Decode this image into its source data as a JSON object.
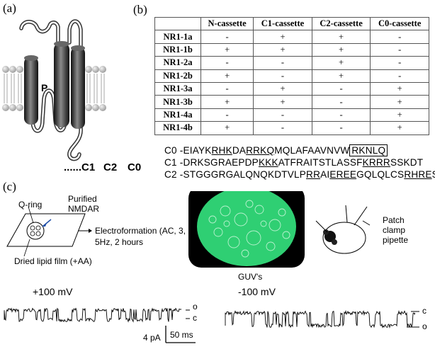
{
  "panel_labels": {
    "a": "(a)",
    "b": "(b)",
    "c": "(c)"
  },
  "panel_a": {
    "pore_label": "P",
    "cterm_labels": [
      "......C1",
      "C2",
      "C0"
    ]
  },
  "table": {
    "headers": [
      "",
      "N-cassette",
      "C1-cassette",
      "C2-cassette",
      "C0-cassette"
    ],
    "rows": [
      {
        "name": "NR1-1a",
        "cells": [
          "-",
          "+",
          "+",
          "-"
        ]
      },
      {
        "name": "NR1-1b",
        "cells": [
          "+",
          "+",
          "+",
          "-"
        ]
      },
      {
        "name": "NR1-2a",
        "cells": [
          "-",
          "-",
          "+",
          "-"
        ]
      },
      {
        "name": "NR1-2b",
        "cells": [
          "+",
          "-",
          "+",
          "-"
        ]
      },
      {
        "name": "NR1-3a",
        "cells": [
          "-",
          "+",
          "-",
          "+"
        ]
      },
      {
        "name": "NR1-3b",
        "cells": [
          "+",
          "+",
          "-",
          "+"
        ]
      },
      {
        "name": "NR1-4a",
        "cells": [
          "-",
          "-",
          "-",
          "+"
        ]
      },
      {
        "name": "NR1-4b",
        "cells": [
          "+",
          "-",
          "-",
          "+"
        ]
      }
    ]
  },
  "sequences": {
    "c0": {
      "prefix": "C0 -EIAYK",
      "u1": "RHK",
      "t1": "DA",
      "u2": "RRKQ",
      "t2": "MQLAFAAVNVW",
      "boxed": "RKNLQ"
    },
    "c1": {
      "prefix": "C1 -DRKSGRAEPDP",
      "u1": "KKK",
      "t1": "ATFRAITSTLASSF",
      "u2": "KRRR",
      "t2": "SSKDT"
    },
    "c2": {
      "prefix": "C2 -STGGGRGALQNQKDTVLP",
      "u1": "RR",
      "t1": "AI",
      "u2": "EREE",
      "t2": "GQLQLCS",
      "u3": "RHRE",
      "t3": "S"
    }
  },
  "panel_c": {
    "purified_label": "Purified\nNMDAR",
    "qring_label": "Q-ring",
    "lipid_label": "Dried lipid film (+AA)",
    "electro_label": "Electroformation (AC, 3,\n5Hz, 2 hours",
    "guv_label": "GUV's",
    "patch_label": "Patch\nclamp\npipette",
    "trace_pos": {
      "voltage": "+100 mV",
      "open": "o",
      "closed": "c"
    },
    "trace_neg": {
      "voltage": "-100 mV",
      "open": "c",
      "closed": "o"
    },
    "scale": {
      "current": "4 pA",
      "time": "50 ms"
    }
  },
  "colors": {
    "guv_green": "#39d67a",
    "helix_dark": "#1a1a1a",
    "lipid_gray": "#bdbdbd"
  }
}
